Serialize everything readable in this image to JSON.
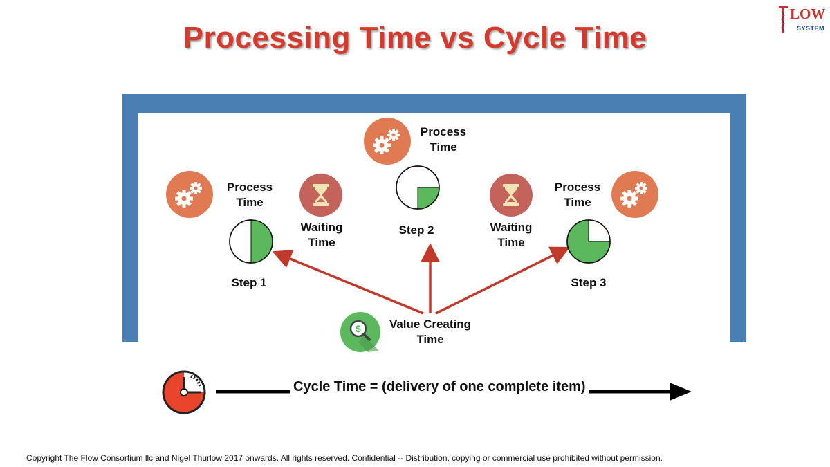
{
  "title": "Processing Time vs Cycle Time",
  "logo": {
    "letter": "F",
    "word": "LOW",
    "sub": "SYSTEM"
  },
  "top_process": {
    "label_line1": "Process",
    "label_line2": "Time",
    "step_label": "Step 2"
  },
  "step1": {
    "process_line1": "Process",
    "process_line2": "Time",
    "step_label": "Step 1"
  },
  "step3": {
    "process_line1": "Process",
    "process_line2": "Time",
    "step_label": "Step 3"
  },
  "waiting1": {
    "line1": "Waiting",
    "line2": "Time"
  },
  "waiting2": {
    "line1": "Waiting",
    "line2": "Time"
  },
  "value_creating": {
    "line1": "Value Creating",
    "line2": "Time"
  },
  "cycle_time_label": "Cycle Time = (delivery of one complete item)",
  "footer": "Copyright The Flow Consortium llc and Nigel Thurlow 2017 onwards. All rights reserved. Confidential -- Distribution, copying or commercial use prohibited without permission.",
  "colors": {
    "title": "#d63a2c",
    "frame": "#4a7fb4",
    "gear_circle": "#e07a52",
    "hourglass_circle": "#c4625c",
    "progress_fill": "#5cb85c",
    "arrow": "#c0392b",
    "value_icon": "#5cb85c"
  },
  "progress": {
    "step1": 0.5,
    "step2": 0.25,
    "step3": 0.75
  },
  "icons": {
    "gear": "gears-icon",
    "hourglass": "hourglass-icon",
    "value": "dollar-magnifier-icon",
    "clock": "stopwatch-icon"
  }
}
